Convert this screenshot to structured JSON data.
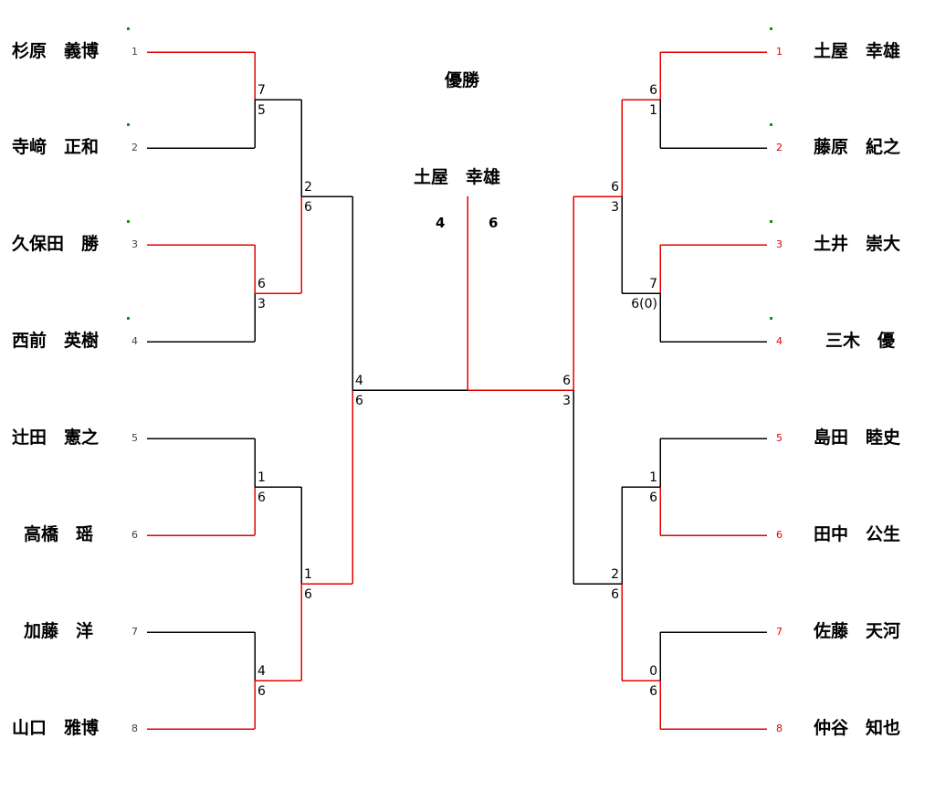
{
  "title": "優勝",
  "champion": "土屋　幸雄",
  "final_scores": {
    "left": "4",
    "right": "6"
  },
  "colors": {
    "winner_line": "#e60000",
    "loser_line": "#000000",
    "tick": "#1a8a1a"
  },
  "left": {
    "players": [
      {
        "name": "杉原　義博",
        "seed": "1"
      },
      {
        "name": "寺﨑　正和",
        "seed": "2"
      },
      {
        "name": "久保田　勝",
        "seed": "3"
      },
      {
        "name": "西前　英樹",
        "seed": "4"
      },
      {
        "name": "辻田　憲之",
        "seed": "5"
      },
      {
        "name": "高橋　瑶",
        "seed": "6"
      },
      {
        "name": "加藤　洋",
        "seed": "7"
      },
      {
        "name": "山口　雅博",
        "seed": "8"
      }
    ],
    "r1_scores": [
      {
        "top": "7",
        "bottom": "5"
      },
      {
        "top": "6",
        "bottom": "3"
      },
      {
        "top": "1",
        "bottom": "6"
      },
      {
        "top": "4",
        "bottom": "6"
      }
    ],
    "r2_scores": [
      {
        "top": "2",
        "bottom": "6"
      },
      {
        "top": "1",
        "bottom": "6"
      }
    ],
    "r3_score": {
      "top": "4",
      "bottom": "6"
    }
  },
  "right": {
    "players": [
      {
        "name": "土屋　幸雄",
        "seed": "1"
      },
      {
        "name": "藤原　紀之",
        "seed": "2"
      },
      {
        "name": "土井　崇大",
        "seed": "3"
      },
      {
        "name": "三木　優",
        "seed": "4"
      },
      {
        "name": "島田　睦史",
        "seed": "5"
      },
      {
        "name": "田中　公生",
        "seed": "6"
      },
      {
        "name": "佐藤　天河",
        "seed": "7"
      },
      {
        "name": "仲谷　知也",
        "seed": "8"
      }
    ],
    "r1_scores": [
      {
        "top": "6",
        "bottom": "1"
      },
      {
        "top": "7",
        "bottom": "6(0)"
      },
      {
        "top": "1",
        "bottom": "6"
      },
      {
        "top": "0",
        "bottom": "6"
      }
    ],
    "r2_scores": [
      {
        "top": "6",
        "bottom": "3"
      },
      {
        "top": "2",
        "bottom": "6"
      }
    ],
    "r3_score": {
      "top": "6",
      "bottom": "3"
    }
  }
}
